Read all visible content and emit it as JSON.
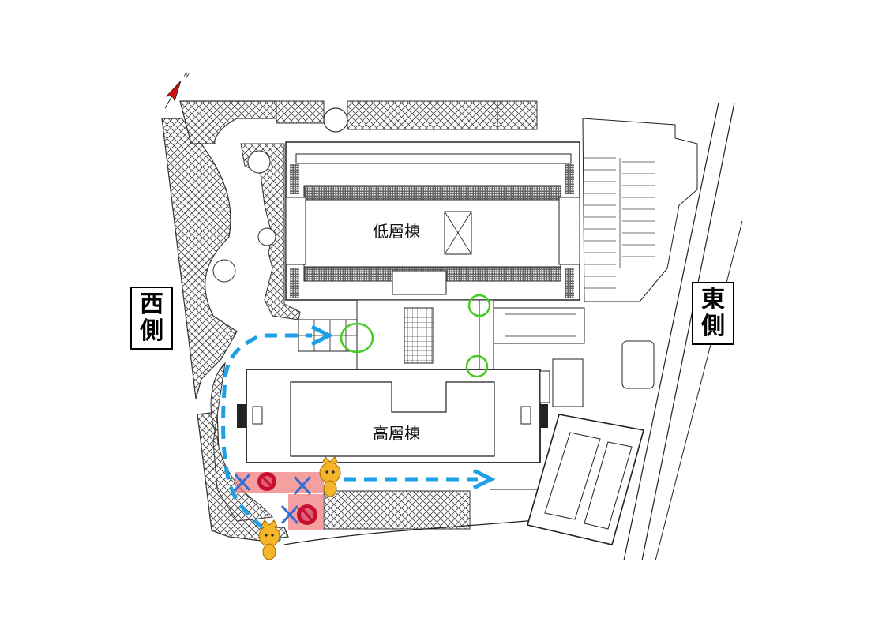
{
  "labels": {
    "west": [
      "西",
      "側"
    ],
    "east": [
      "東",
      "側"
    ],
    "low_rise_building": "低層棟",
    "high_rise_building": "高層棟",
    "north": "N"
  },
  "colors": {
    "route_arrow": "#1ea0e6",
    "entrance_marker": "#44cc22",
    "no_entry_zone": "#f08080",
    "no_entry_sign": "#c8102e",
    "blocked_x": "#2f6fd6",
    "hatch": "#333333",
    "north_arrow": "#d01010"
  },
  "icons": [
    "north-arrow-icon",
    "entrance-circle-icon",
    "no-entry-icon",
    "blocked-x-icon",
    "mascot-icon",
    "route-arrow-icon"
  ]
}
